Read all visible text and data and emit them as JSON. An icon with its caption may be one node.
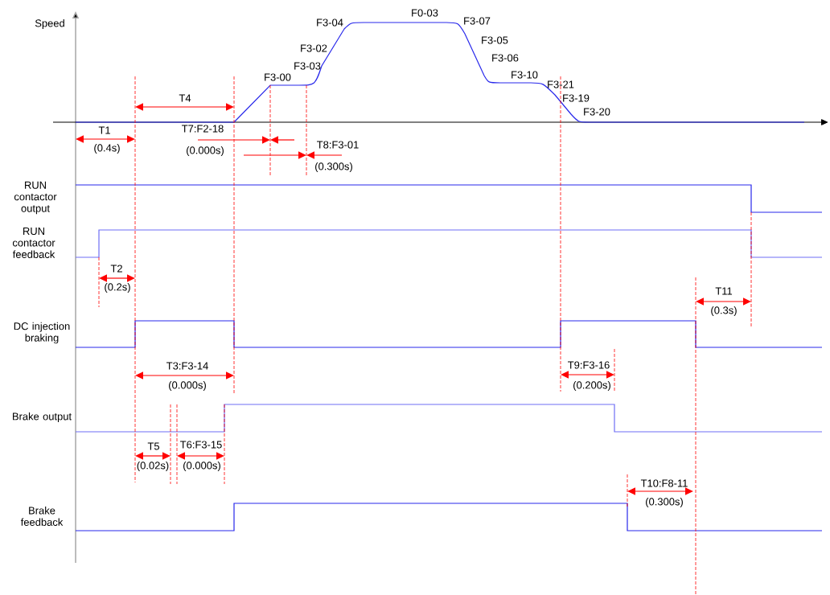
{
  "diagram": {
    "labels": [
      "Speed",
      "F3-04",
      "F0-03",
      "F3-07",
      "F3-02",
      "F3-05",
      "F3-06",
      "F3-00",
      "F3-03",
      "F3-10",
      "F3-21",
      "F3-19",
      "F3-20",
      "T4",
      "T1",
      "T7:F2-18",
      "(0.4s)",
      "T8:F3-01",
      "(0.000s)",
      "(0.300s)",
      "RUN contactor output",
      "RUN contactor feedback",
      "T2",
      "(0.2s)",
      "T11",
      "(0.3s)",
      "DC injection braking",
      "T3:F3-14",
      "T9:F3-16",
      "(0.000s)",
      "(0.200s)",
      "Brake output",
      "T5",
      "T6:F3-15",
      "(0.02s)",
      "(0.000s)",
      "T10:F8-11",
      "(0.300s)",
      "Brake feedback"
    ]
  }
}
